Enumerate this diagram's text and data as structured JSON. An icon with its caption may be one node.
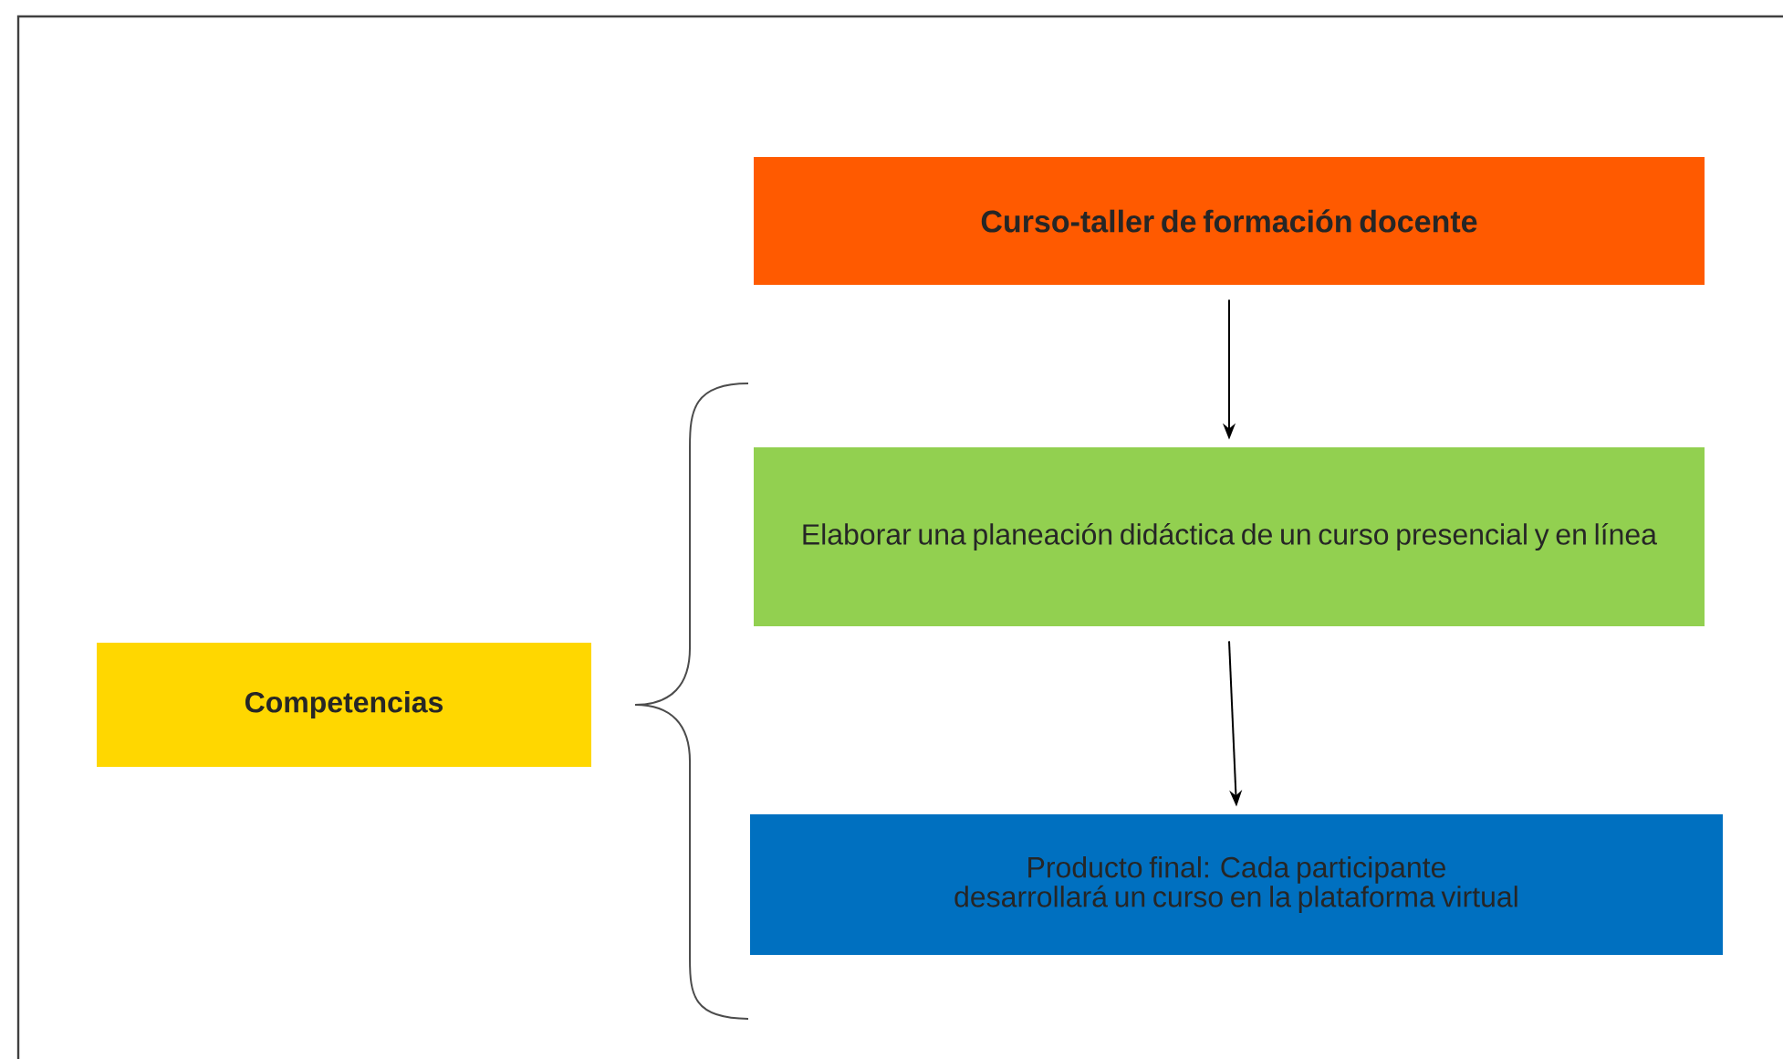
{
  "diagram": {
    "nodes": [
      {
        "text": [
          "Curso-taller de formación docente"
        ]
      },
      {
        "text": [
          "Elaborar una planeación didáctica de un curso presencial y en línea"
        ]
      },
      {
        "text": [
          "Producto final: Cada participante desarrollará un curso en la plataforma virtual"
        ]
      },
      {
        "text": [
          "Competencias"
        ]
      }
    ],
    "edges": [
      {
        "from": 0,
        "to": 1,
        "arrow": "to"
      },
      {
        "from": 1,
        "to": 2,
        "arrow": "to"
      }
    ]
  }
}
